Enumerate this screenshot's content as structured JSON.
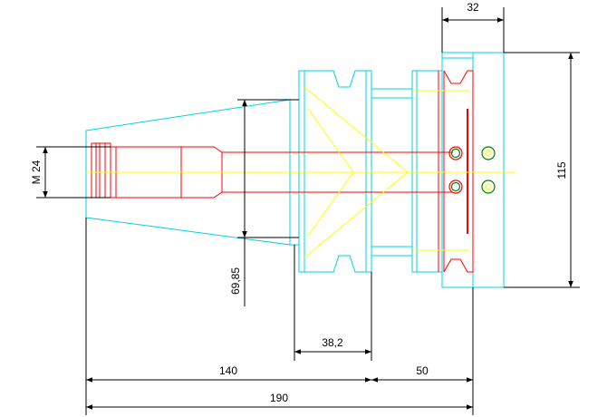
{
  "colors": {
    "background": "#ffffff",
    "outline": "#00d2e6",
    "section": "#ff0000",
    "centerline": "#ffff00",
    "dimension": "#000000",
    "hole": "#008000"
  },
  "dimensions": {
    "top_width": "32",
    "height_right": "115",
    "thread": "M 24",
    "taper_diameter": "69,85",
    "gauge_length": "38,2",
    "length_140": "140",
    "length_50": "50",
    "total_length": "190"
  }
}
